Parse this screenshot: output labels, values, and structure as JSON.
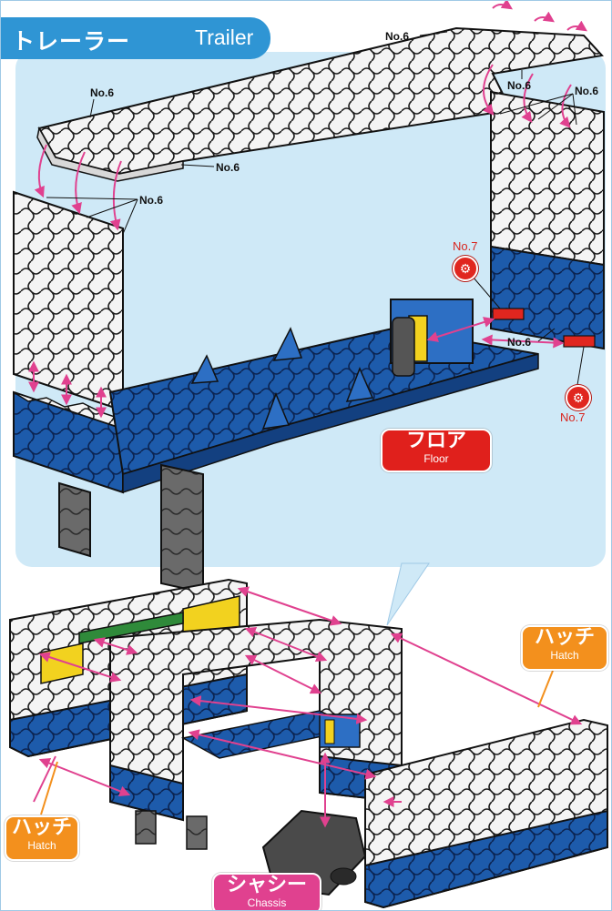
{
  "title": {
    "japanese": "トレーラー",
    "english": "Trailer"
  },
  "part_labels": {
    "no6": "No.6",
    "no7": "No.7"
  },
  "tags": {
    "floor": {
      "japanese": "フロア",
      "english": "Floor"
    },
    "hatch_right": {
      "japanese": "ハッチ",
      "english": "Hatch"
    },
    "hatch_left": {
      "japanese": "ハッチ",
      "english": "Hatch"
    },
    "chassis": {
      "japanese": "シャシー",
      "english": "Chassis"
    }
  },
  "icons": {
    "no7_badge": "screw-connector-icon"
  },
  "colors": {
    "title_tab": "#2f95d4",
    "panel_background": "#cfe9f7",
    "block_white": "#f4f4f4",
    "block_blue": "#1d5bab",
    "block_gray": "#5e5e5e",
    "block_yellow": "#f2d21f",
    "block_green": "#2f8a3a",
    "arrow_magenta": "#e0418f",
    "floor_tag": "#e0201c",
    "hatch_tag": "#f3901d",
    "chassis_tag": "#e0418f"
  }
}
